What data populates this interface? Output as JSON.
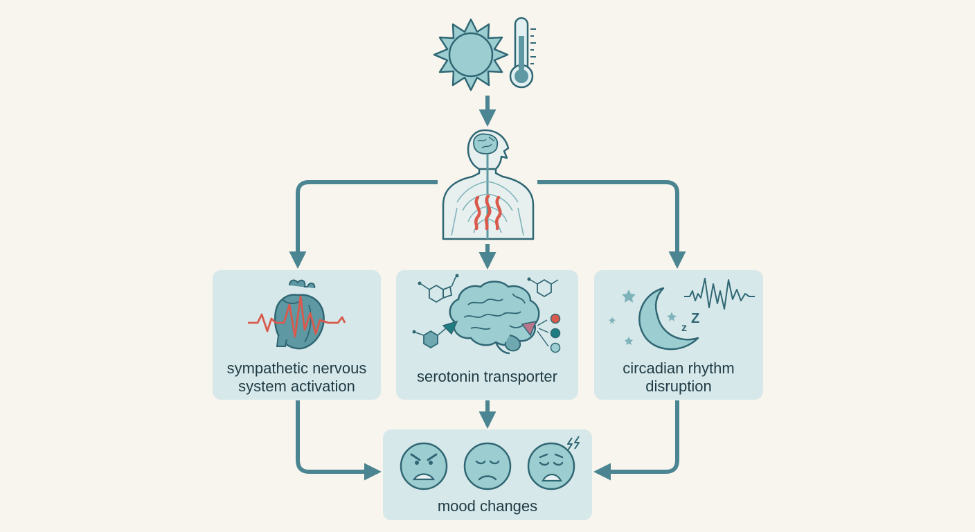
{
  "colors": {
    "background": "#f7f5ee",
    "box_fill": "#d6e8e9",
    "arrow": "#4b8591",
    "icon_fill": "#9ccdd1",
    "icon_stroke": "#2f6673",
    "accent_red": "#d9594c",
    "text": "#1f3a44"
  },
  "nodes": {
    "left": {
      "label_line1": "sympathetic nervous",
      "label_line2": "system activation",
      "icon": "heart-ecg-icon"
    },
    "center": {
      "label": "serotonin transporter",
      "icon": "brain-molecules-icon"
    },
    "right": {
      "label_line1": "circadian rhythm",
      "label_line2": "disruption",
      "icon": "moon-sleep-icon"
    },
    "bottom": {
      "label": "mood changes",
      "icon": "sad-faces-icon"
    }
  },
  "top_icons": [
    "sun-icon",
    "thermometer-icon",
    "human-body-icon"
  ]
}
